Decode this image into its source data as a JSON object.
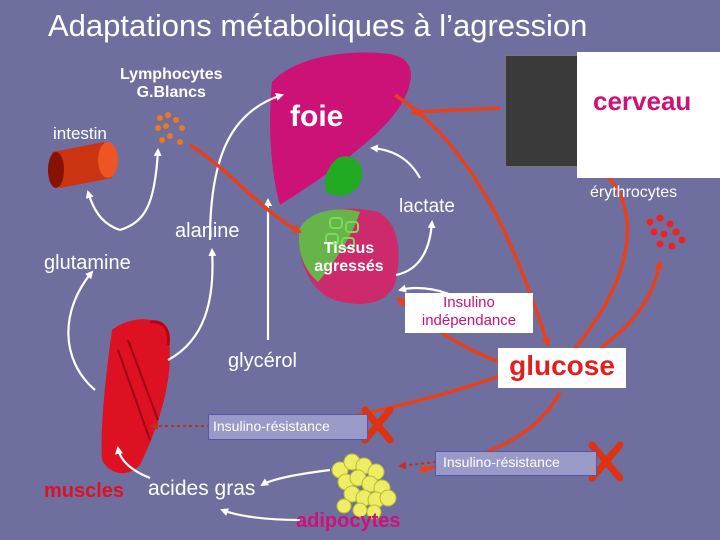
{
  "title": "Adaptations métaboliques à l’agression",
  "labels": {
    "lymphocytes_line1": "Lymphocytes",
    "lymphocytes_line2": "G.Blancs",
    "intestin": "intestin",
    "foie": "foie",
    "cerveau": "cerveau",
    "erythrocytes": "érythrocytes",
    "lactate": "lactate",
    "alanine": "alanine",
    "glutamine": "glutamine",
    "tissus_line1": "Tissus",
    "tissus_line2": "agressés",
    "insulino_dep_line1": "Insulino",
    "insulino_dep_line2": "indépendance",
    "glycerol": "glycérol",
    "glucose": "glucose",
    "insulino_resistance_1": "Insulino-résistance",
    "insulino_resistance_2": "Insulino-résistance",
    "muscles": "muscles",
    "acides_gras": "acides gras",
    "adipocytes": "adipocytes"
  },
  "colors": {
    "background": "#6f6f9f",
    "liver": "#cc1177",
    "gallbladder": "#22aa22",
    "arrow_red": "#e8401a",
    "cross_red": "#dd3311",
    "muscle_red": "#dd1122",
    "fat_yellow": "#eeee66",
    "tissue_green": "#55cc44",
    "glucose_text": "#e02020",
    "adipocytes_text": "#cc1177"
  }
}
